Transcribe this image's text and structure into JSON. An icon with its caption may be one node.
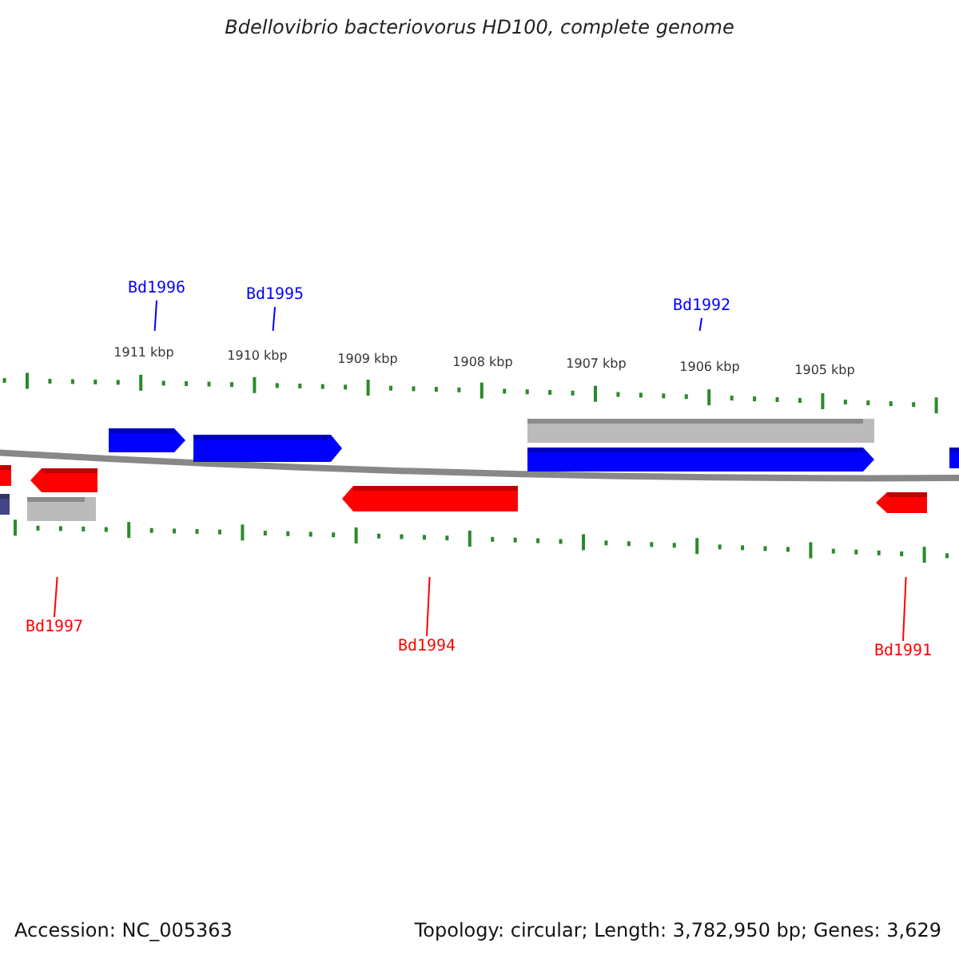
{
  "diagram": {
    "title": "Bdellovibrio bacteriovorus HD100, complete genome",
    "nodes": [
      {
        "text": [
          "Bd1996"
        ]
      },
      {
        "text": [
          "Bd1995"
        ]
      },
      {
        "text": [
          "Bd1992"
        ]
      },
      {
        "text": [
          "Bd1997"
        ]
      },
      {
        "text": [
          "Bd1994"
        ]
      },
      {
        "text": [
          "Bd1991"
        ]
      }
    ],
    "edges": [
      {
        "from": 0,
        "to": null,
        "arrow": "none"
      },
      {
        "from": 1,
        "to": null,
        "arrow": "none"
      },
      {
        "from": 2,
        "to": null,
        "arrow": "none"
      },
      {
        "from": 3,
        "to": null,
        "arrow": "none",
        "color": "#ff0000"
      },
      {
        "from": 4,
        "to": null,
        "arrow": "none",
        "color": "#ff0000"
      },
      {
        "from": 5,
        "to": null,
        "arrow": "none",
        "color": "#ff0000"
      }
    ],
    "labels": [
      "1911 kbp",
      "1910 kbp",
      "1909 kbp",
      "1908 kbp",
      "1907 kbp",
      "1906 kbp",
      "1905 kbp",
      "Accession: NC_005363",
      "Topology: circular; Length: 3,782,950 bp; Genes: 3,629"
    ]
  }
}
